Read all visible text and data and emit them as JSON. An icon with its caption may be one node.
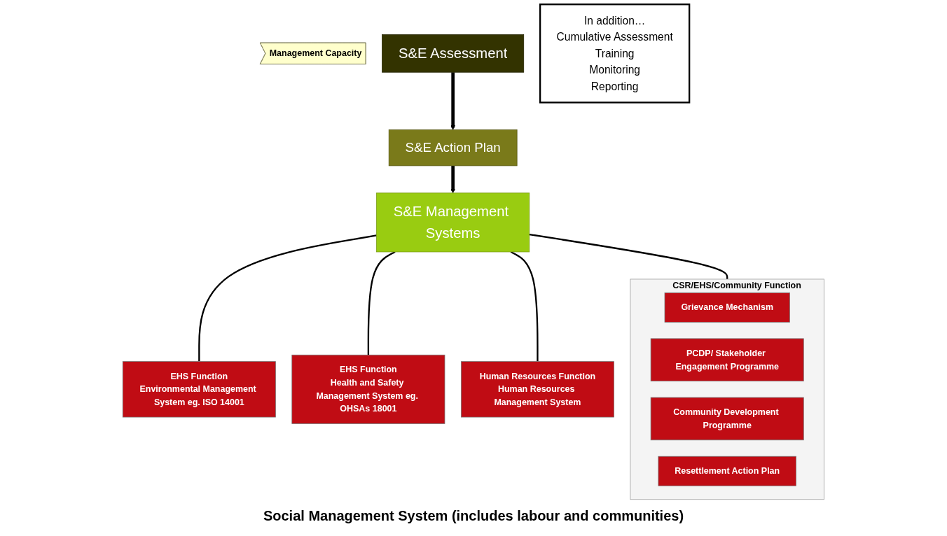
{
  "diagram": {
    "nodes": [
      {
        "text": [
          "Management Capacity"
        ]
      },
      {
        "text": [
          "S&E Assessment"
        ]
      },
      {
        "text": [
          "S&E Action Plan"
        ]
      },
      {
        "text": [
          "S&E Management Systems"
        ]
      },
      {
        "text": [
          "In addition…",
          "Cumulative Assessment",
          "Training",
          "Monitoring",
          "Reporting"
        ]
      },
      {
        "text": [
          "EHS Function",
          "Environmental Management System eg. ISO 14001"
        ]
      },
      {
        "text": [
          "EHS Function",
          "Health and Safety Management System eg. OHSAs 18001"
        ]
      },
      {
        "text": [
          "Human Resources Function",
          "Human Resources Management System"
        ]
      },
      {
        "text": [
          "CSR/EHS/Community Function"
        ]
      },
      {
        "text": [
          "Grievance Mechanism"
        ],
        "in": 8
      },
      {
        "text": [
          "PCDP/ Stakeholder Engagement Programme"
        ],
        "in": 8
      },
      {
        "text": [
          "Community Development Programme"
        ],
        "in": 8
      },
      {
        "text": [
          "Resettlement Action Plan"
        ],
        "in": 8
      }
    ],
    "edges": [
      {
        "from": 1,
        "to": 2,
        "arrow": "to",
        "style": "thick"
      },
      {
        "from": 2,
        "to": 3,
        "arrow": "to",
        "style": "thick"
      },
      {
        "from": 3,
        "to": 5,
        "arrow": "none"
      },
      {
        "from": 3,
        "to": 6,
        "arrow": "none"
      },
      {
        "from": 3,
        "to": 7,
        "arrow": "none"
      },
      {
        "from": 3,
        "to": 8,
        "arrow": "none"
      }
    ],
    "labels": [
      "Social Management System (includes labour and communities)"
    ]
  }
}
